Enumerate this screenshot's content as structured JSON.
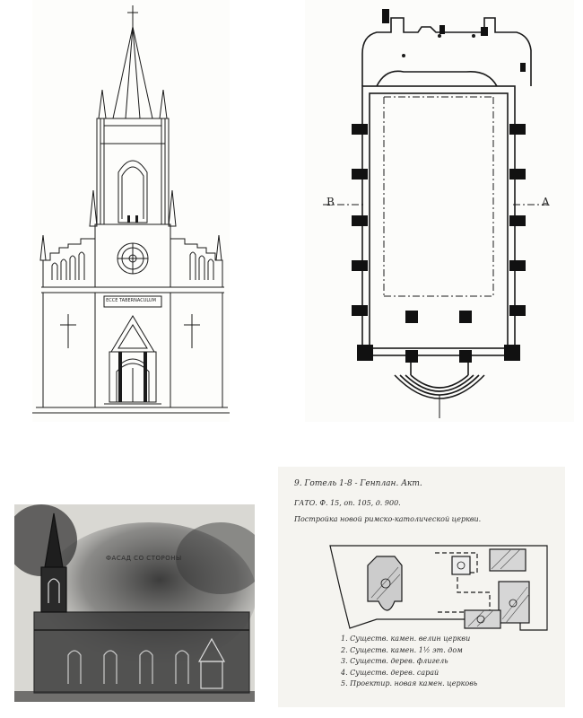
{
  "facade_panel": {
    "plaque_text": "ECCE TABERNACULUM"
  },
  "plan_panel": {
    "section_label_left": "B",
    "section_label_right": "A"
  },
  "photo_panel": {
    "caption": "ФАСАД СО СТОРОНЫ"
  },
  "site_plan_panel": {
    "heading_line1": "9. Готель  1-8   - Генплан. Акт.",
    "heading_line2": "ГАТО. Ф. 15, оп. 105, д. 900.",
    "heading_line3": "Постройка новой  римско-католической церкви.",
    "legend": [
      "1. Существ. камен. велин церкви",
      "2. Существ. камен. 1½ эт. дом",
      "3. Существ. дерев. флигель",
      "4. Существ. дерев. сарай",
      "5. Проектир. новая камен. церковь"
    ]
  }
}
